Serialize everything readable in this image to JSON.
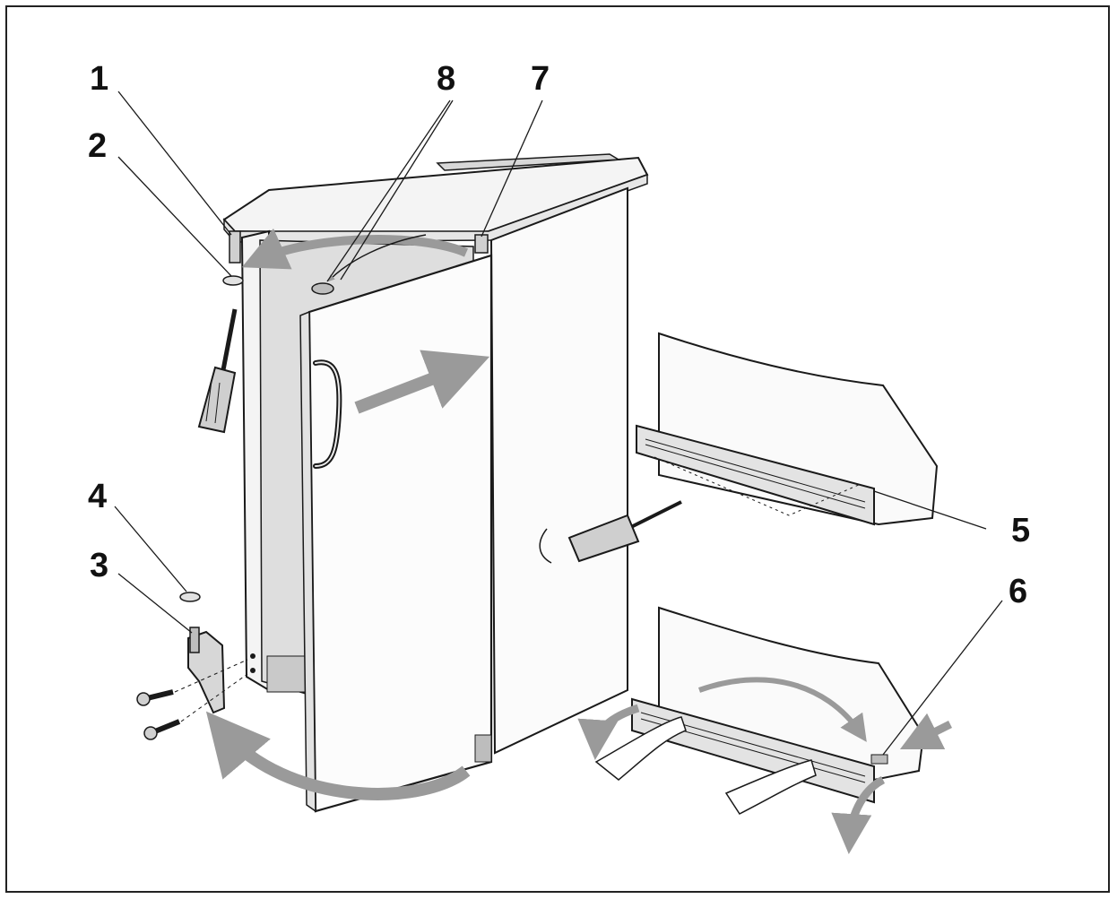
{
  "diagram": {
    "callouts": [
      {
        "id": "1",
        "label": "1"
      },
      {
        "id": "2",
        "label": "2"
      },
      {
        "id": "3",
        "label": "3"
      },
      {
        "id": "4",
        "label": "4"
      },
      {
        "id": "5",
        "label": "5"
      },
      {
        "id": "6",
        "label": "6"
      },
      {
        "id": "7",
        "label": "7"
      },
      {
        "id": "8",
        "label": "8"
      }
    ],
    "colors": {
      "outline": "#1a1a1a",
      "panel": "#f7f7f7",
      "shade": "#dcdcdc",
      "arrow": "#9a9a9a",
      "inner": "#c9c9c9"
    }
  }
}
